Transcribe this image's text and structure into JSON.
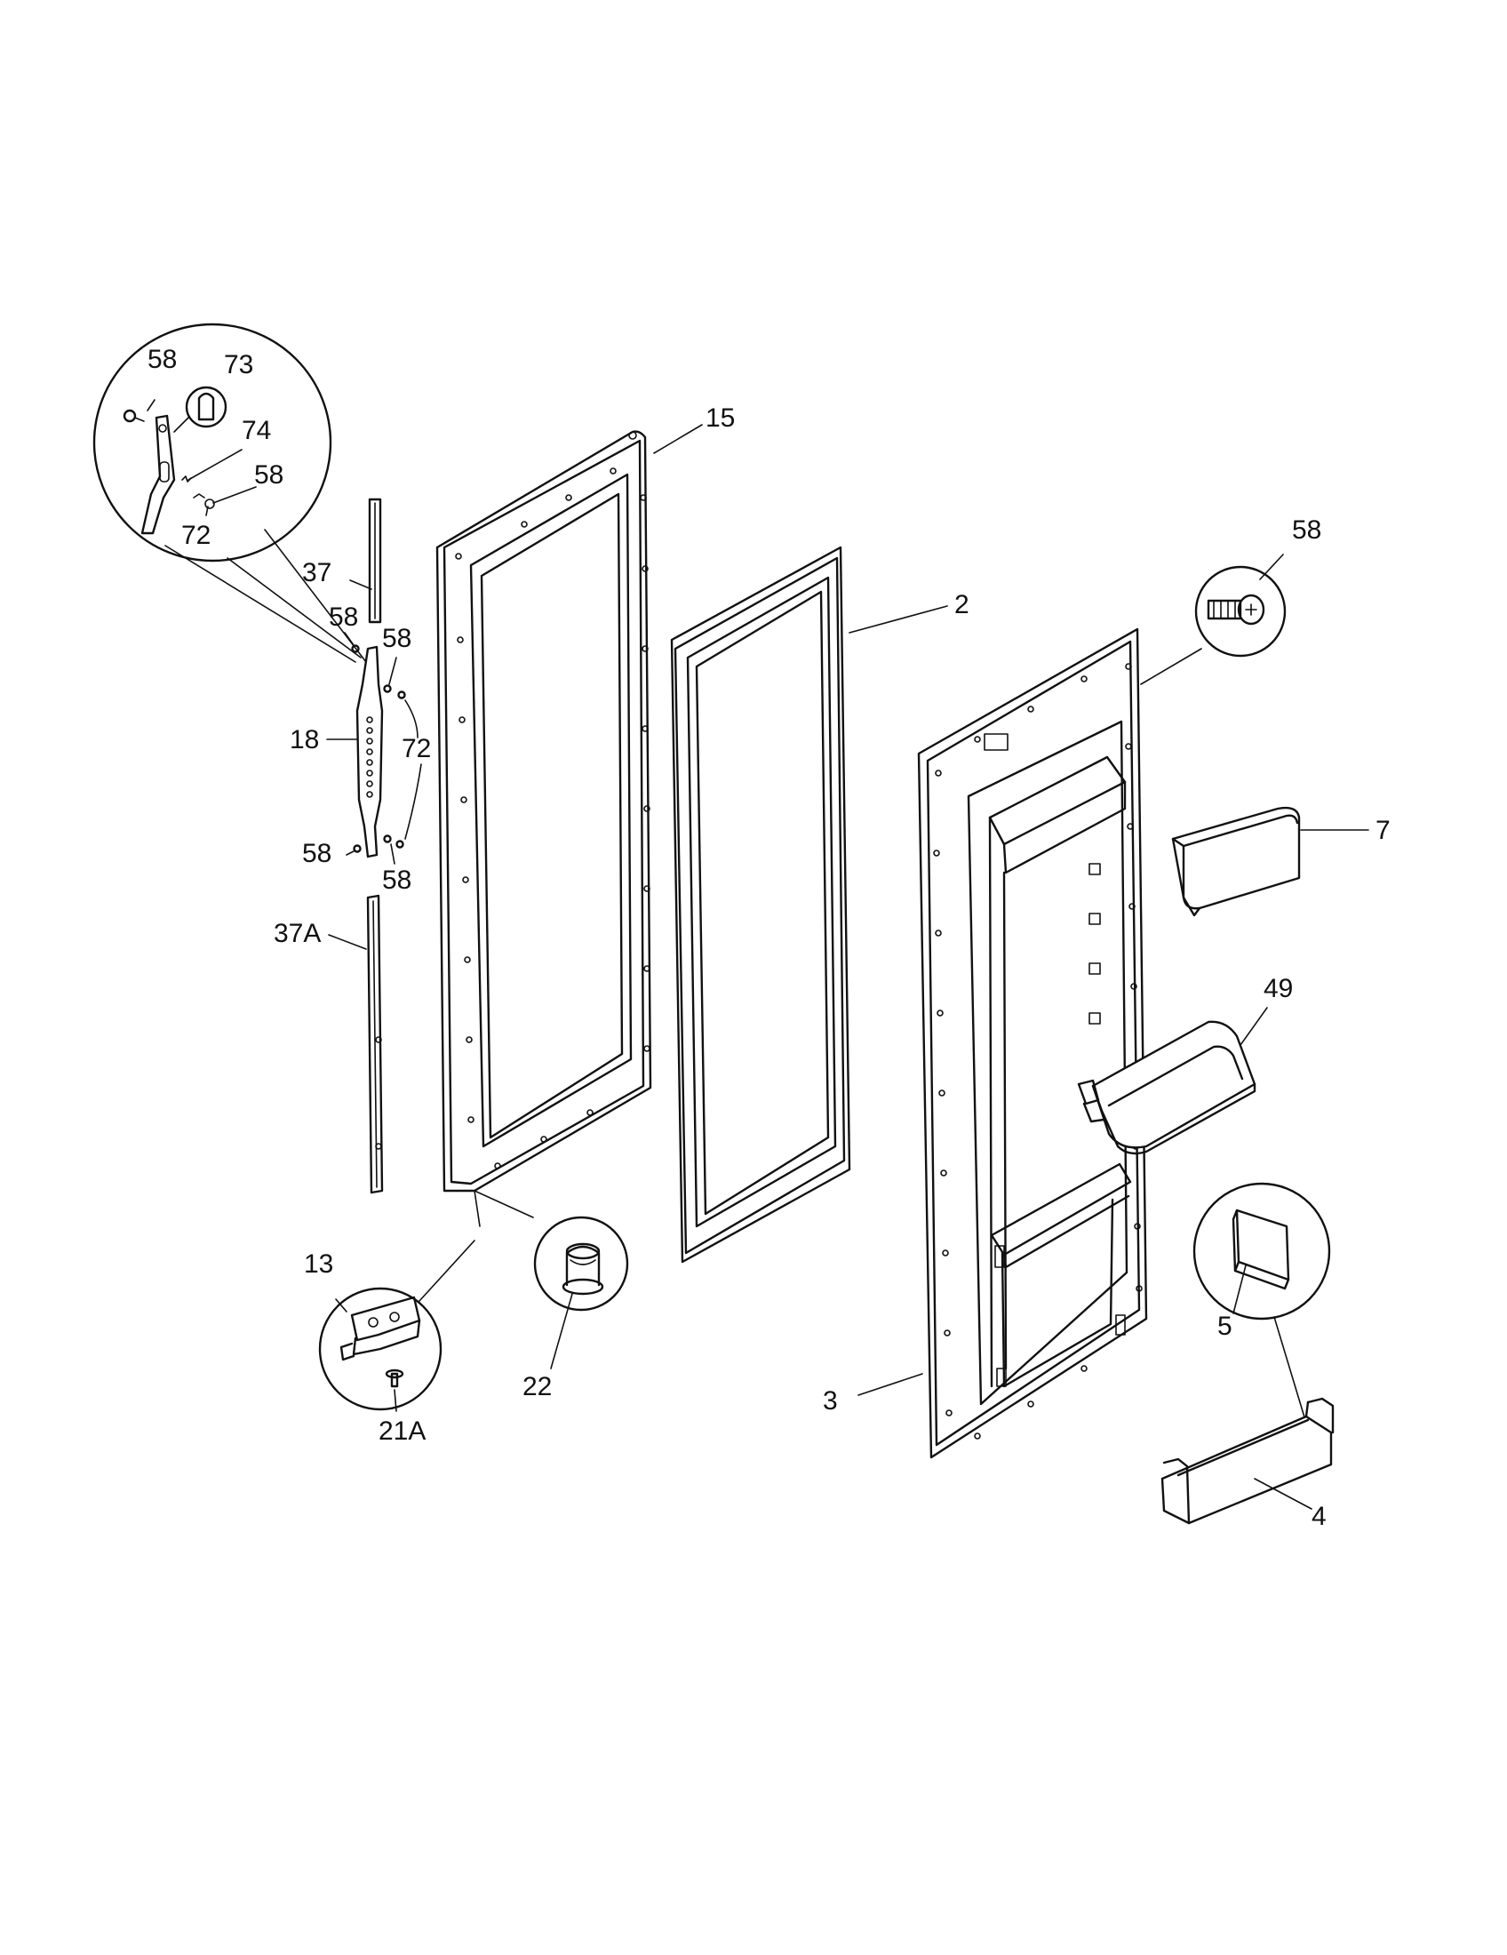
{
  "labels": {
    "p58_a": "58",
    "p73": "73",
    "p74": "74",
    "p58_b": "58",
    "p72_a": "72",
    "p15": "15",
    "p58_c": "58",
    "p2": "2",
    "p37": "37",
    "p58_d": "58",
    "p58_e": "58",
    "p18": "18",
    "p72_b": "72",
    "p7": "7",
    "p58_f": "58",
    "p58_g": "58",
    "p37a": "37A",
    "p49": "49",
    "p13": "13",
    "p22": "22",
    "p5": "5",
    "p21a": "21A",
    "p3": "3",
    "p4": "4"
  }
}
